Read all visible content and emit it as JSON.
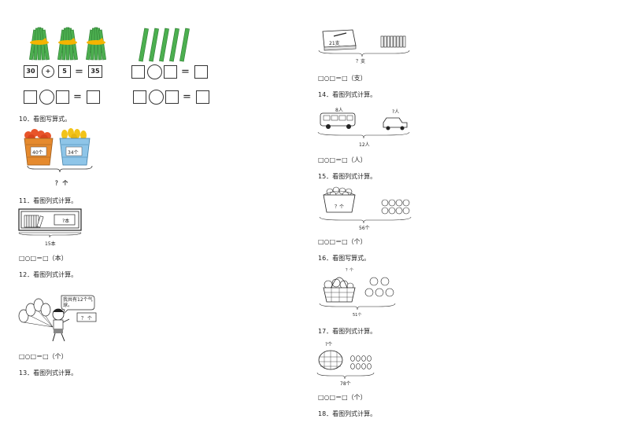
{
  "q9": {
    "given": {
      "a": "30",
      "op": "+",
      "b": "5",
      "eq": "=",
      "result": "35"
    },
    "eq_sign": "="
  },
  "q10": {
    "title": "10．看图写算式。",
    "basket_left": "40个",
    "basket_right": "34个",
    "question": "？ 个"
  },
  "q11": {
    "title": "11．看图列式计算。",
    "tag": "?本",
    "total": "15本",
    "answer": "□○□＝□（本）"
  },
  "q12": {
    "title": "12．看图列式计算。",
    "speech": "我共有12个气球。",
    "tag": "？ 个",
    "answer": "□○□＝□（个）"
  },
  "q13": {
    "title": "13．看图列式计算。",
    "box_label": "21支",
    "question": "？支",
    "answer": "□○□＝□（支）"
  },
  "q14": {
    "title": "14．看图列式计算。",
    "left_count": "8人",
    "right_count": "?人",
    "total": "12人",
    "answer": "□○□＝□（人）"
  },
  "q15": {
    "title": "15．看图列式计算。",
    "basket": "？个",
    "total": "56个",
    "answer": "□○□＝□（个）"
  },
  "q16": {
    "title": "16．看图写算式。",
    "top": "？个",
    "total": "51个"
  },
  "q17": {
    "title": "17．看图列式计算。",
    "top": "?个",
    "total": "78个",
    "answer": "□○□＝□（个）"
  },
  "q18": {
    "title": "18．看图列式计算。"
  },
  "colors": {
    "stick": "#4caf50",
    "stick_dark": "#2e7d32",
    "band": "#f4b400",
    "apple": "#e8542a",
    "pear": "#f2c318",
    "basket_orange": "#e58a2e",
    "basket_blue": "#8ec5e8"
  }
}
